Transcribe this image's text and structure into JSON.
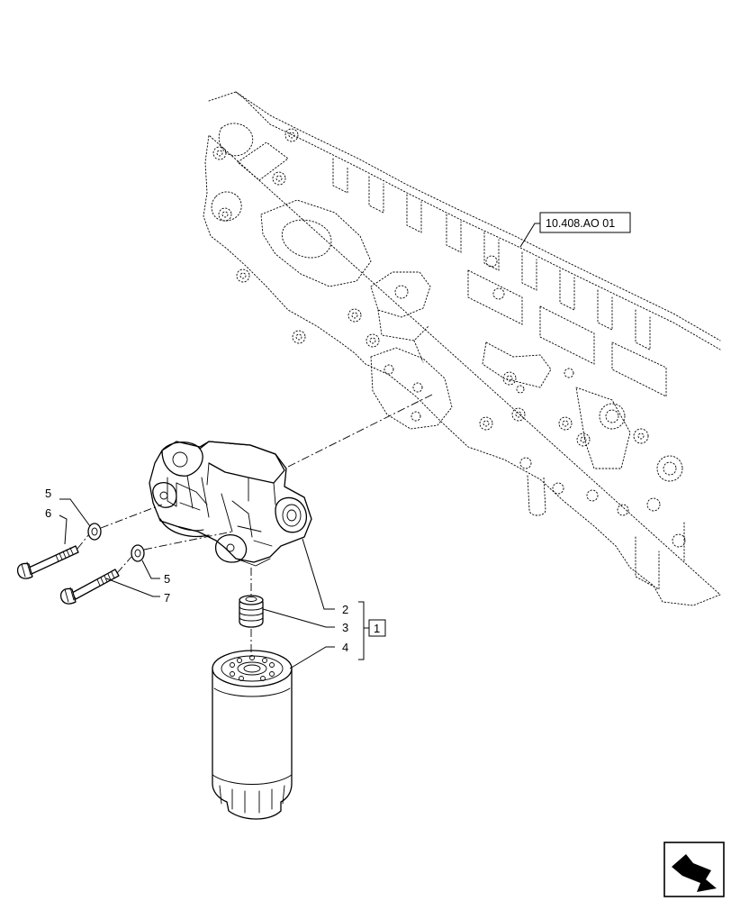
{
  "reference_label": "10.408.AO 01",
  "callouts": {
    "c2": "2",
    "c3": "3",
    "c4": "4",
    "c5a": "5",
    "c5b": "5",
    "c6": "6",
    "c7": "7"
  },
  "kit_label": "1",
  "nav_icon": "arrow-navigation-icon"
}
